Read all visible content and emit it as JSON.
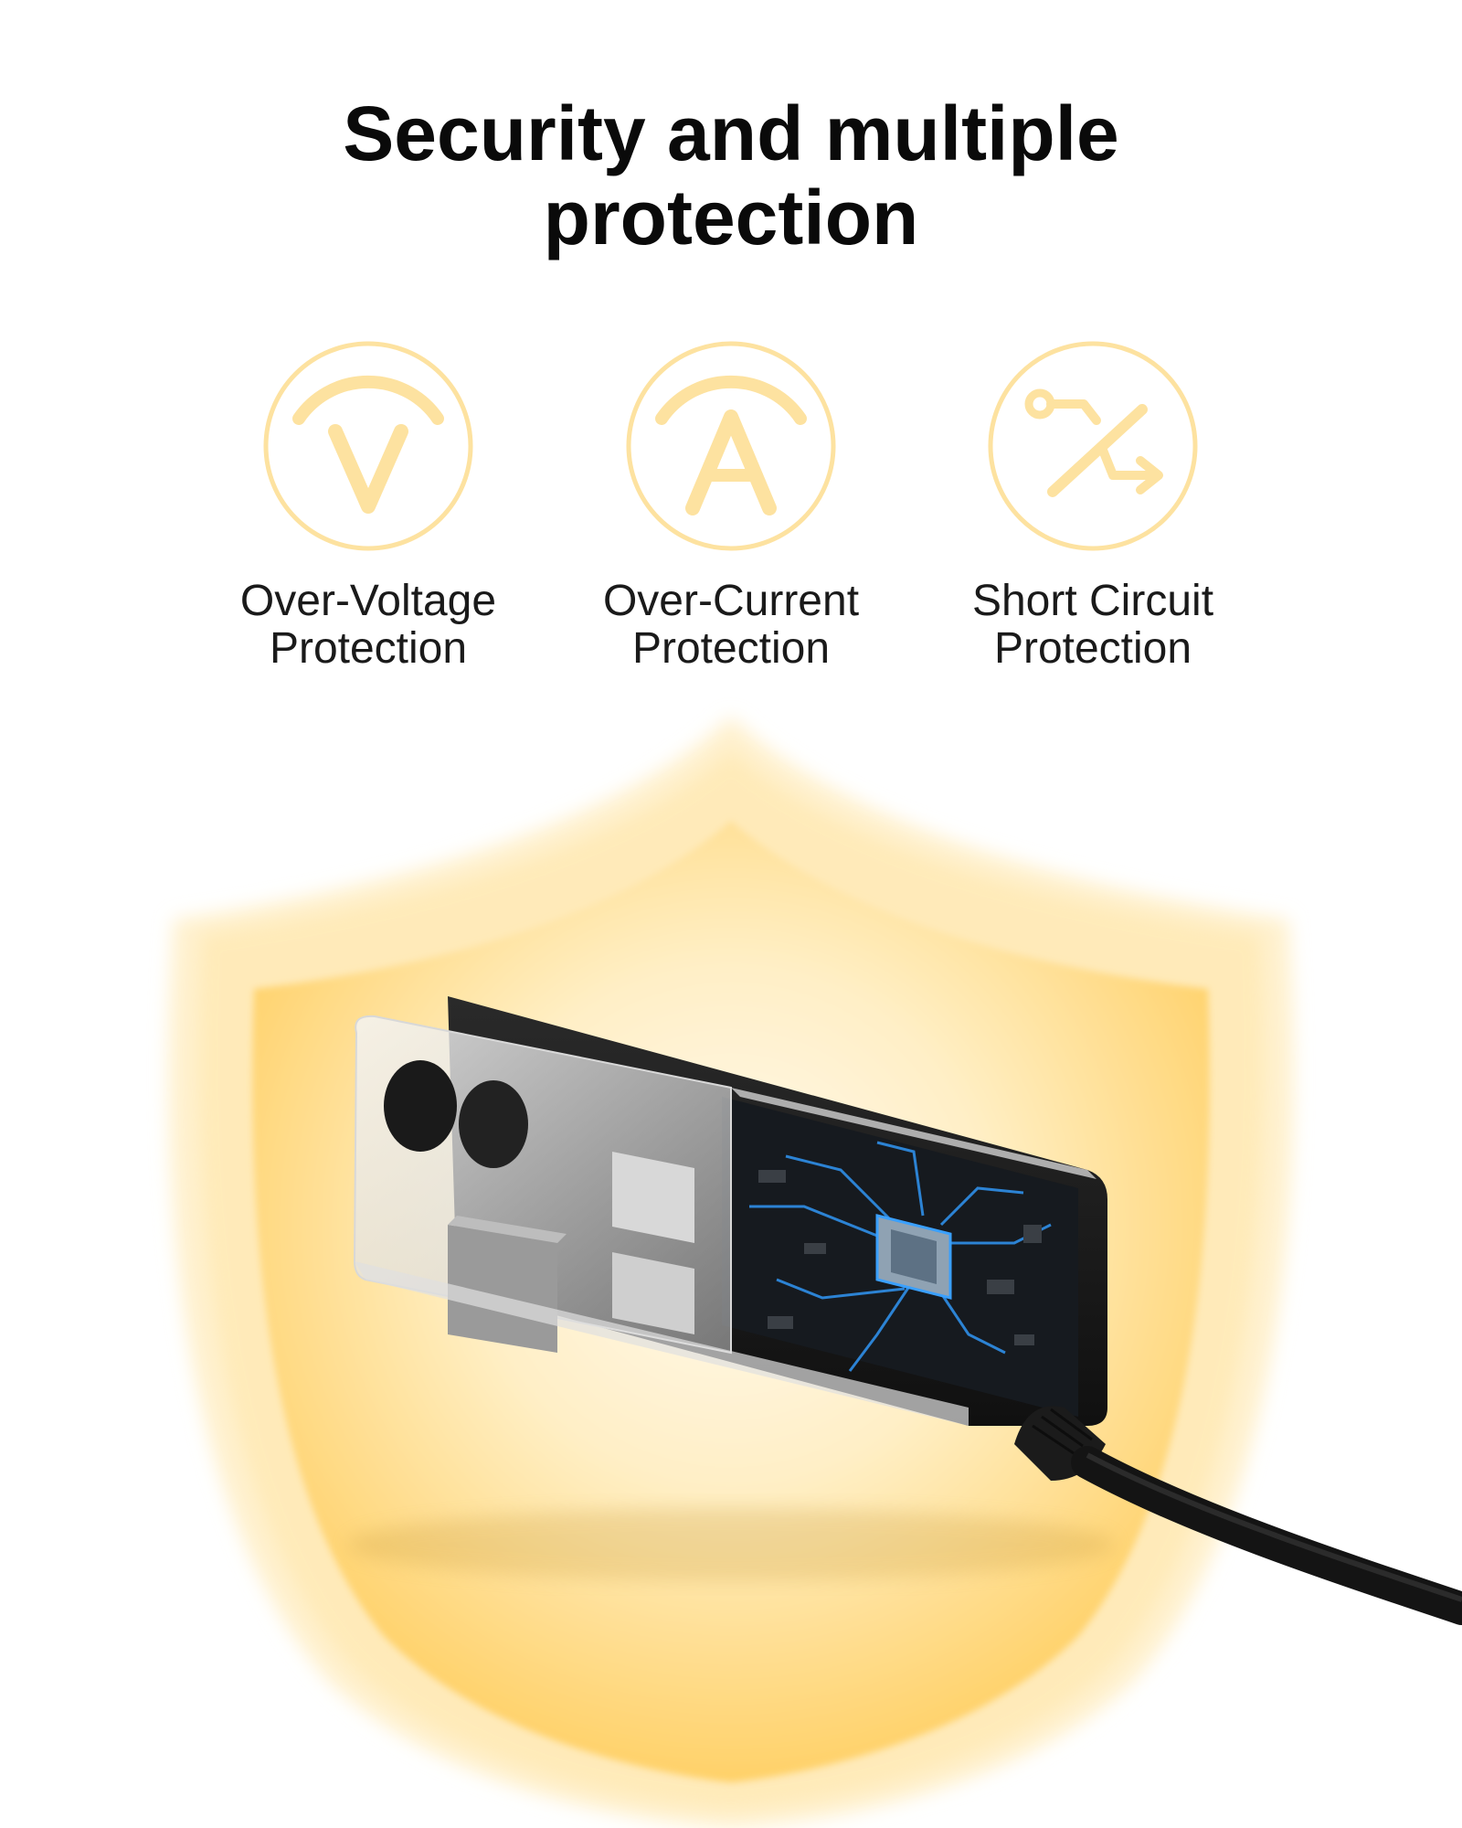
{
  "headline": {
    "line1": "Security and multiple",
    "line2": "protection"
  },
  "features": [
    {
      "icon": "voltage-v-icon",
      "line1": "Over-Voltage",
      "line2": "Protection"
    },
    {
      "icon": "current-a-icon",
      "line1": "Over-Current",
      "line2": "Protection"
    },
    {
      "icon": "short-circuit-icon",
      "line1": "Short Circuit",
      "line2": "Protection"
    }
  ],
  "colors": {
    "icon_stroke": "#fde2a0",
    "shield_outer": "#fff1cf",
    "shield_inner": "#ffd77a",
    "adapter_body": "#1c1c1c",
    "circuit_trace": "#2f8fe8",
    "text": "#1a1a1a"
  },
  "illustration": {
    "shield": "shield-icon",
    "device": "power-adapter-cutaway"
  }
}
